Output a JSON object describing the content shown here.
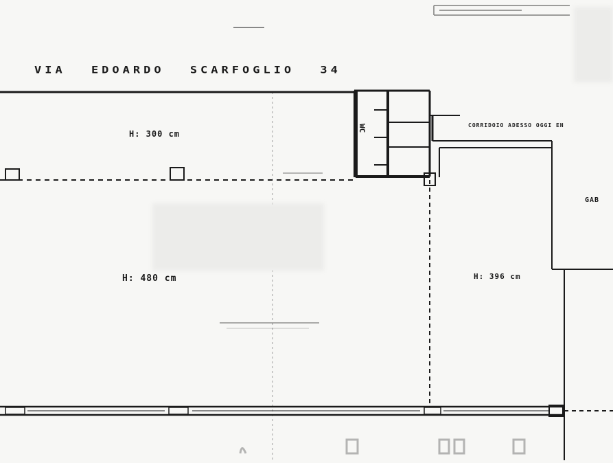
{
  "street_label": "VIA EDOARDO SCARFOGLIO 34",
  "rooms": [
    {
      "height_label": "H: 300 cm"
    },
    {
      "height_label": "H: 480 cm"
    },
    {
      "height_label": "H: 396 cm"
    }
  ],
  "corridor_label": "CORRIDOIO ADESSO OGGI EN",
  "cabin_label": "GAB",
  "wc_label": "WC",
  "colors": {
    "ink": "#1a1a1a",
    "paper": "#f7f7f5",
    "redaction": "#ececea"
  }
}
